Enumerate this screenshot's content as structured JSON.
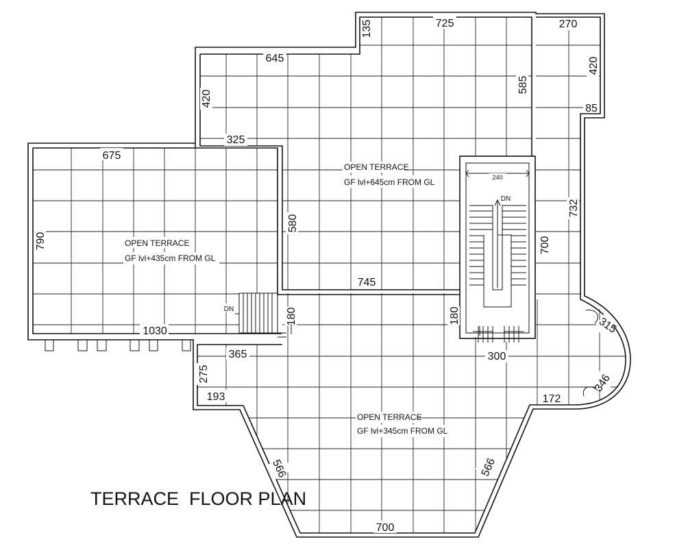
{
  "title": "TERRACE  FLOOR PLAN",
  "terraces": {
    "upper": {
      "name": "OPEN TERRACE",
      "level": "GF lvl+645cm FROM GL"
    },
    "left": {
      "name": "OPEN TERRACE",
      "level": "GF lvl+435cm FROM GL"
    },
    "lower": {
      "name": "OPEN TERRACE",
      "level": "GF lvl+345cm FROM GL"
    }
  },
  "stair": {
    "width": "240",
    "down_label": "DN"
  },
  "left_stair": {
    "down_label": "DN"
  },
  "dimensions": {
    "top_middle": "725",
    "top_step": "135",
    "top_right": "270",
    "right_top": "420",
    "right_step": "85",
    "upper_left_top": "645",
    "upper_left_side": "420",
    "upper_left_step": "325",
    "upper_inner_right": "585",
    "left_top": "675",
    "left_side": "790",
    "left_bottom": "1030",
    "upper_bottom": "745",
    "upper_mid_side": "580",
    "right_side": "732",
    "stair_side": "700",
    "mid_left": "180",
    "mid_right": "180",
    "stair_bottom": "300",
    "lower_top_left": "365",
    "lower_left_side": "275",
    "lower_left_step": "193",
    "lower_right_step": "172",
    "curve_top": "315",
    "curve_bottom": "346",
    "diag_left": "566",
    "diag_right": "566",
    "bottom": "700"
  }
}
